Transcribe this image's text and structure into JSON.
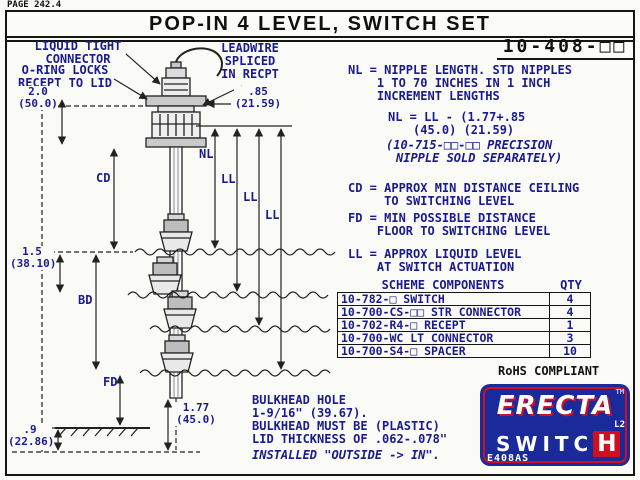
{
  "page": {
    "page_label": "PAGE 242.4",
    "title": "POP-IN 4 LEVEL, SWITCH SET",
    "part_number": "10-408-□□"
  },
  "callouts": {
    "liquid_tight": "LIQUID TIGHT\nCONNECTOR",
    "oring": "O-RING LOCKS\nRECEPT TO LID",
    "leadwire": "LEADWIRE\nSPLICED\nIN RECPT",
    "dim_lid_height": "2.0\n(50.0)",
    "dim_lid_thickness": ".85\n(21.59)",
    "dim_level_spacing": "1.5\n(38.10)",
    "dim_bottom_offset": "1.77\n(45.0)",
    "dim_bottom_clearance": ".9\n(22.86)",
    "nl": "NL",
    "ll1": "LL",
    "ll2": "LL",
    "ll3": "LL",
    "cd": "CD",
    "bd": "BD",
    "fd": "FD"
  },
  "notes": {
    "nl": "NL = NIPPLE LENGTH. STD NIPPLES\n    1 TO 70 INCHES IN 1 INCH\n    INCREMENT LENGTHS",
    "formula_1": "NL = LL - (1.77+.85",
    "formula_2": "(45.0) (21.59)",
    "precision_1": "(10-715-□□-□□ PRECISION",
    "precision_2": "NIPPLE SOLD SEPARATELY)",
    "cd": "CD = APPROX MIN DISTANCE CEILING\n     TO SWITCHING LEVEL",
    "fd": "FD = MIN POSSIBLE DISTANCE\n    FLOOR TO SWITCHING LEVEL",
    "ll": "LL = APPROX LIQUID LEVEL\n    AT SWITCH ACTUATION"
  },
  "table": {
    "header_components": "SCHEME COMPONENTS",
    "header_qty": "QTY",
    "rows": [
      {
        "component": "10-782-□ SWITCH",
        "qty": "4"
      },
      {
        "component": "10-700-CS-□□ STR CONNECTOR",
        "qty": "4"
      },
      {
        "component": "10-702-R4-□ RECEPT",
        "qty": "1"
      },
      {
        "component": "10-700-WC LT CONNECTOR",
        "qty": "3"
      },
      {
        "component": "10-700-S4-□ SPACER",
        "qty": "10"
      }
    ],
    "rohs": "RoHS COMPLIANT"
  },
  "bulkhead_note": {
    "lines": "BULKHEAD HOLE\n1-9/16\" (39.67).\nBULKHEAD MUST BE (PLASTIC)\nLID THICKNESS OF .062-.078\"",
    "installed": "INSTALLED \"OUTSIDE -> IN\"."
  },
  "logo": {
    "erecta": "ERECTA",
    "switch_text": "SWITC",
    "switch_h": "H",
    "tm": "TM",
    "l2": "L2",
    "code": "E408AS"
  },
  "colors": {
    "text_navy": "#1a1a8f",
    "drawing_line": "#222222",
    "logo_blue": "#1b2a9b",
    "logo_red": "#cf1020"
  }
}
